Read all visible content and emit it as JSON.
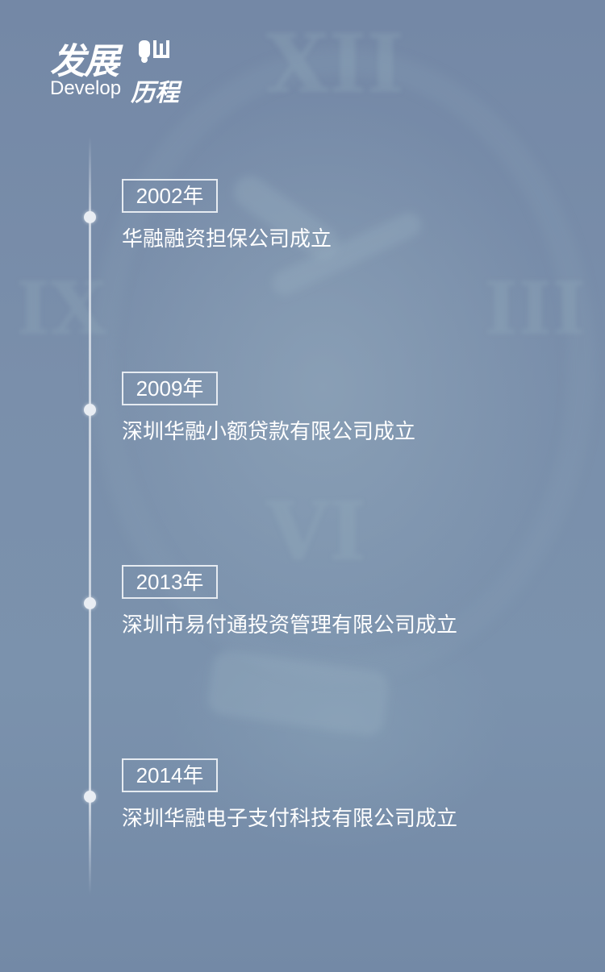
{
  "header": {
    "title_cn_top": "发展",
    "title_en": "Develop",
    "title_cn_bottom": "历程"
  },
  "timeline": [
    {
      "year": "2002年",
      "text": "华融融资担保公司成立"
    },
    {
      "year": "2009年",
      "text": "深圳华融小额贷款有限公司成立"
    },
    {
      "year": "2013年",
      "text": "深圳市易付通投资管理有限公司成立"
    },
    {
      "year": "2014年",
      "text": "深圳华融电子支付科技有限公司成立"
    }
  ],
  "background": {
    "clock_numerals": [
      "XII",
      "III",
      "IX",
      "VI"
    ]
  },
  "colors": {
    "background": "#7b90ab",
    "text": "#ffffff",
    "line": "#e6ebf1"
  }
}
